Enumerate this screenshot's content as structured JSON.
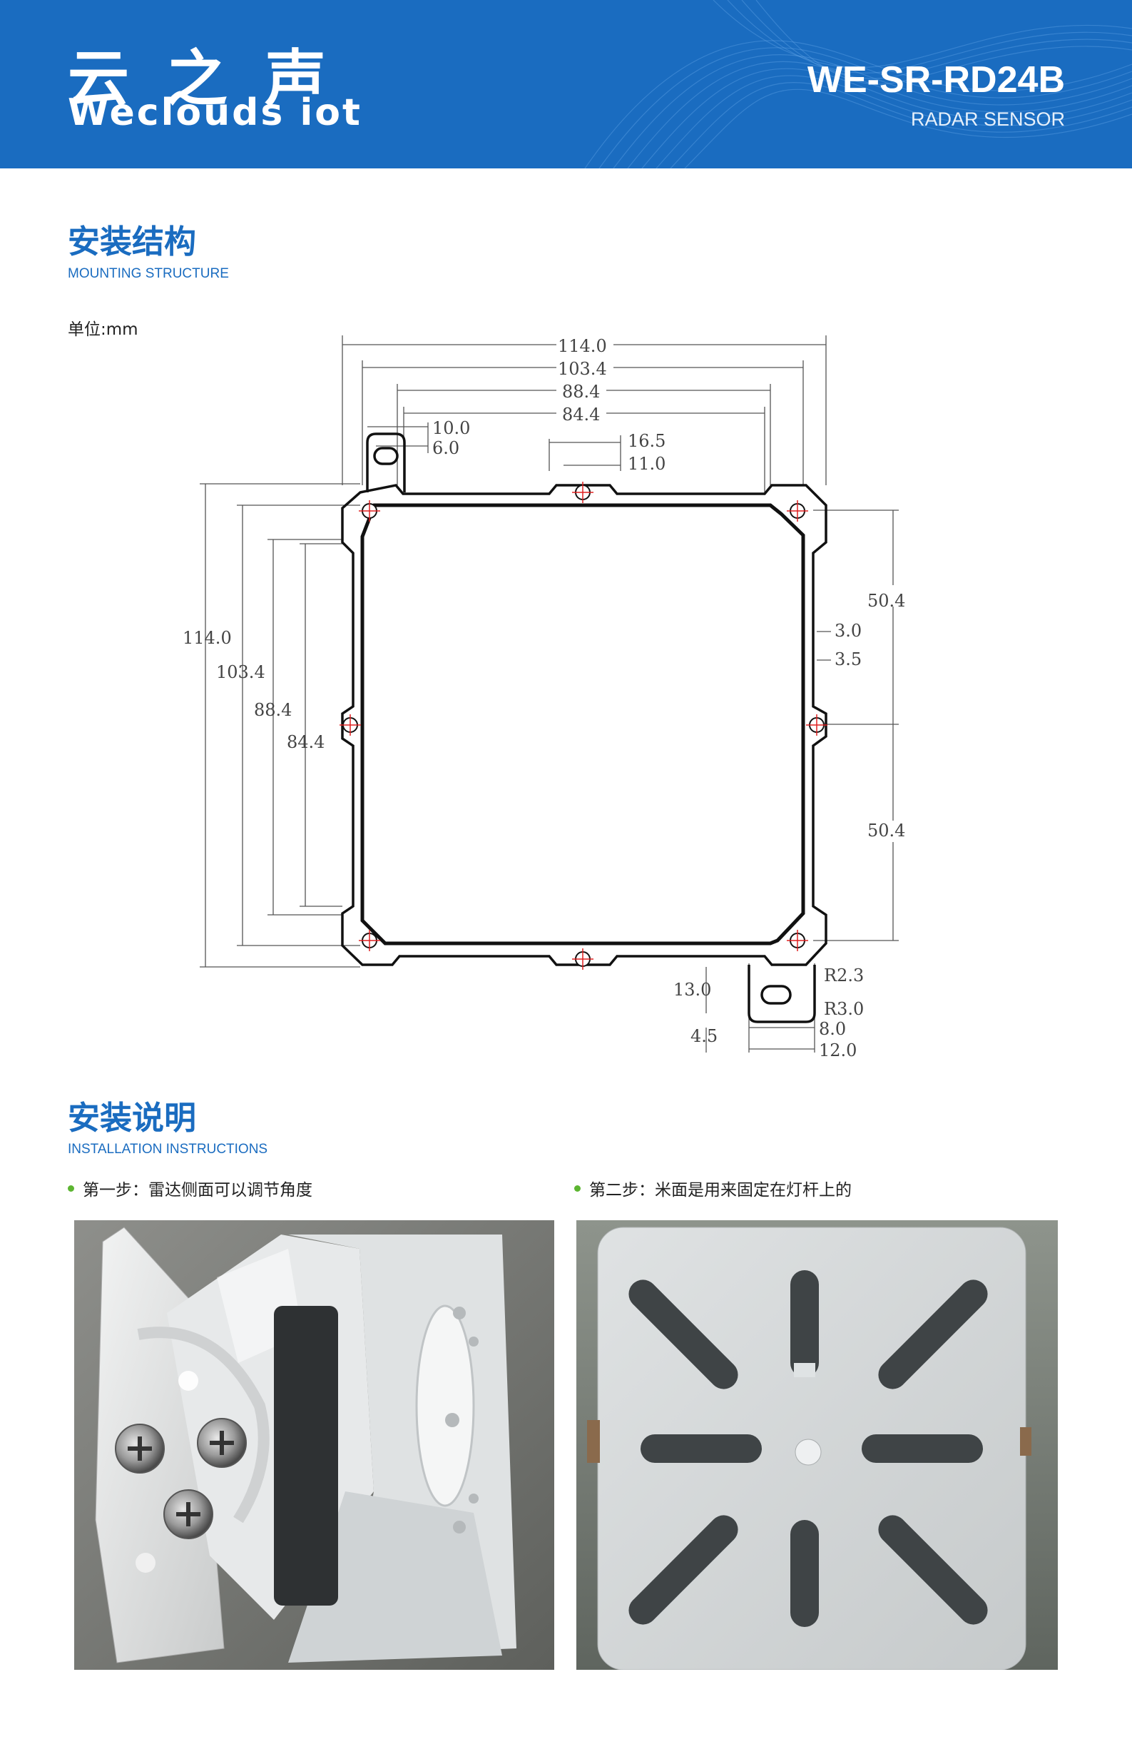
{
  "header": {
    "brand_cn": "云之声",
    "brand_en": "Weclouds iot",
    "model": "WE-SR-RD24B",
    "model_sub": "RADAR SENSOR"
  },
  "mounting": {
    "title": "安装结构",
    "subtitle": "MOUNTING STRUCTURE",
    "unit": "单位:mm",
    "dimensions": {
      "top_114": "114.0",
      "top_103": "103.4",
      "top_88": "88.4",
      "top_84": "84.4",
      "tab_10": "10.0",
      "tab_6": "6.0",
      "mid_16": "16.5",
      "mid_11": "11.0",
      "left_114": "114.0",
      "left_103": "103.4",
      "left_88": "88.4",
      "left_84": "84.4",
      "right_50a": "50.4",
      "right_3": "3.0",
      "right_35": "3.5",
      "right_50b": "50.4",
      "bot_13": "13.0",
      "bot_45": "4.5",
      "bot_r23": "R2.3",
      "bot_r30": "R3.0",
      "bot_8": "8.0",
      "bot_12": "12.0"
    }
  },
  "install": {
    "title": "安装说明",
    "subtitle": "INSTALLATION INSTRUCTIONS",
    "step1": "第一步：雷达侧面可以调节角度",
    "step2": "第二步：米面是用来固定在灯杆上的"
  }
}
